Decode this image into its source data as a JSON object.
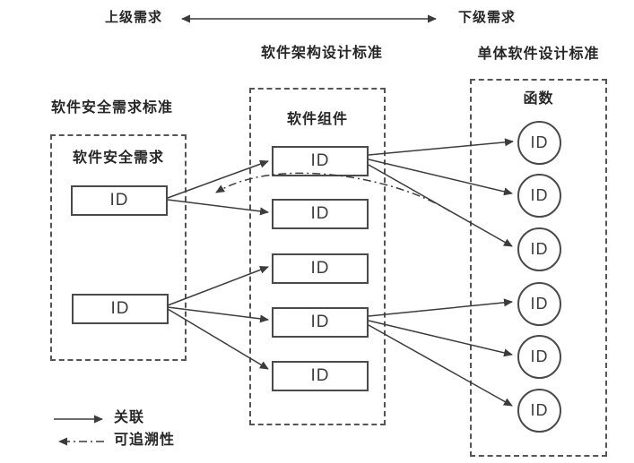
{
  "header": {
    "left_label": "上级需求",
    "right_label": "下级需求"
  },
  "columns": [
    {
      "title": "软件安全需求标准",
      "inner_title": "软件安全需求",
      "node_shape": "rectangle",
      "nodes": [
        "ID",
        "ID"
      ]
    },
    {
      "title": "软件架构设计标准",
      "inner_title": "软件组件",
      "node_shape": "rectangle",
      "nodes": [
        "ID",
        "ID",
        "ID",
        "ID",
        "ID"
      ]
    },
    {
      "title": "单体软件设计标准",
      "inner_title": "函数",
      "node_shape": "circle",
      "nodes": [
        "ID",
        "ID",
        "ID",
        "ID",
        "ID",
        "ID"
      ]
    }
  ],
  "legend": [
    {
      "label": "关联",
      "style": "solid-arrow"
    },
    {
      "label": "可追溯性",
      "style": "dash-dot-arrow"
    }
  ],
  "connections": {
    "association": [
      "left-1 -> mid-1",
      "left-1 -> mid-2",
      "left-2 -> mid-3",
      "left-2 -> mid-4",
      "left-2 -> mid-5",
      "mid-1 -> circle-1",
      "mid-1 -> circle-2",
      "mid-1 -> circle-3",
      "mid-4 -> circle-4",
      "mid-4 -> circle-5",
      "mid-4 -> circle-6"
    ],
    "traceability": [
      "right area -> left-1 (dash-dot curve)"
    ]
  },
  "colors": {
    "line": "#3c3c3c",
    "box_border": "#4a4a4a",
    "dashed_border": "#555555",
    "text": "#262626",
    "background": "#ffffff"
  }
}
